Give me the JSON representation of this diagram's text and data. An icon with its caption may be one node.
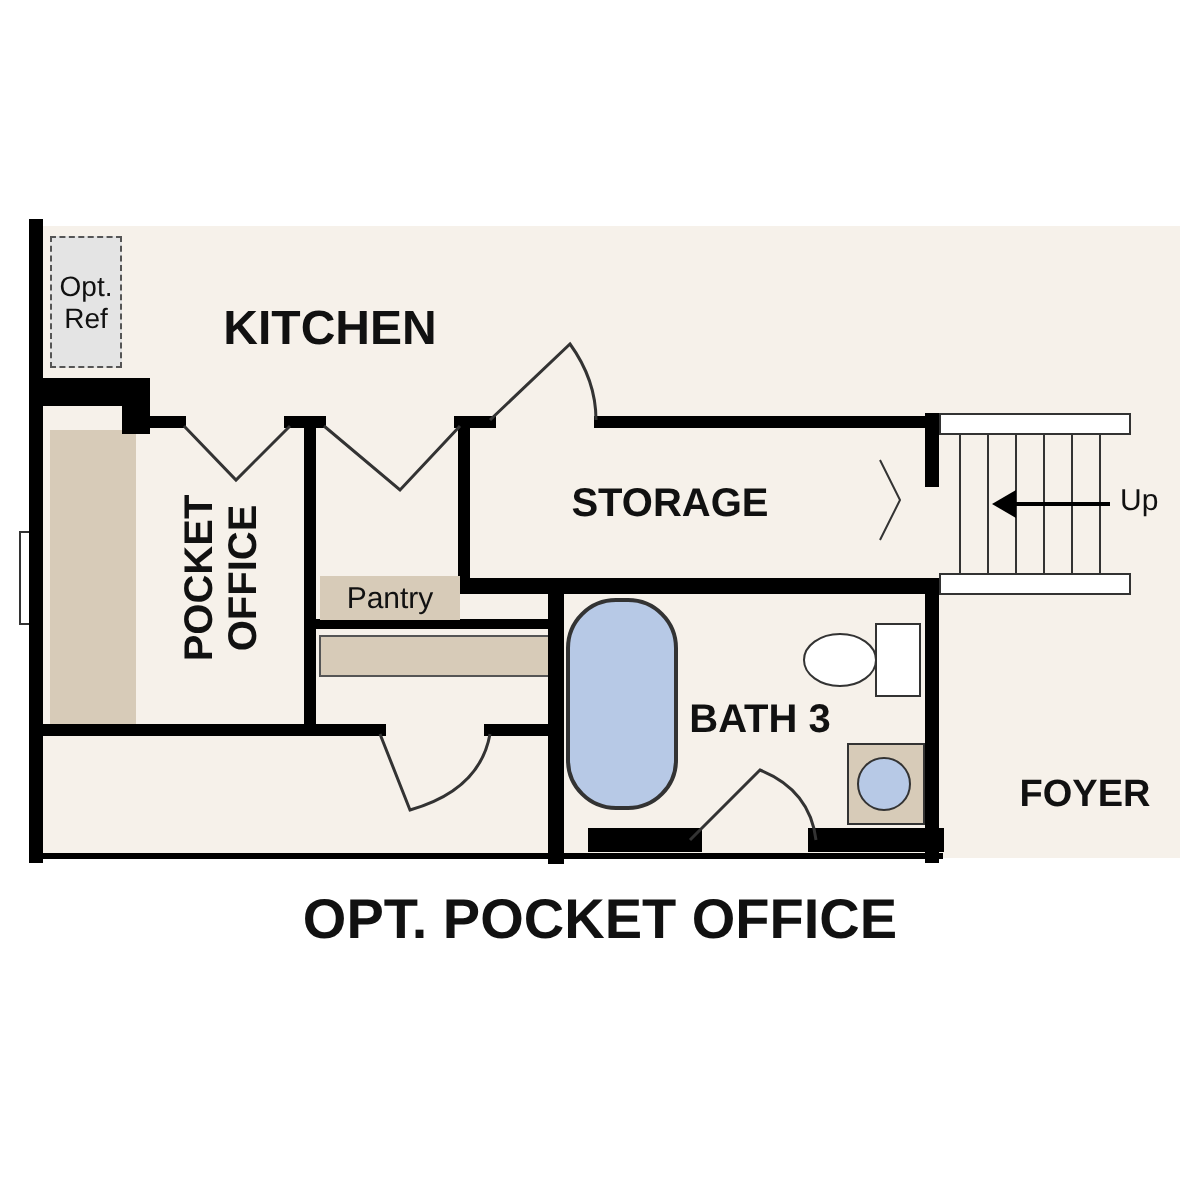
{
  "diagram": {
    "caption": "OPT. POCKET OFFICE",
    "nodes": [
      {
        "text": [
          "Opt. Ref"
        ]
      },
      {
        "text": [
          "KITCHEN"
        ]
      },
      {
        "text": [
          "POCKET OFFICE"
        ]
      },
      {
        "text": [
          "Pantry"
        ]
      },
      {
        "text": [
          "STORAGE"
        ]
      },
      {
        "text": [
          "BATH 3"
        ]
      },
      {
        "text": [
          "FOYER"
        ]
      }
    ],
    "labels": [
      "Up"
    ]
  }
}
